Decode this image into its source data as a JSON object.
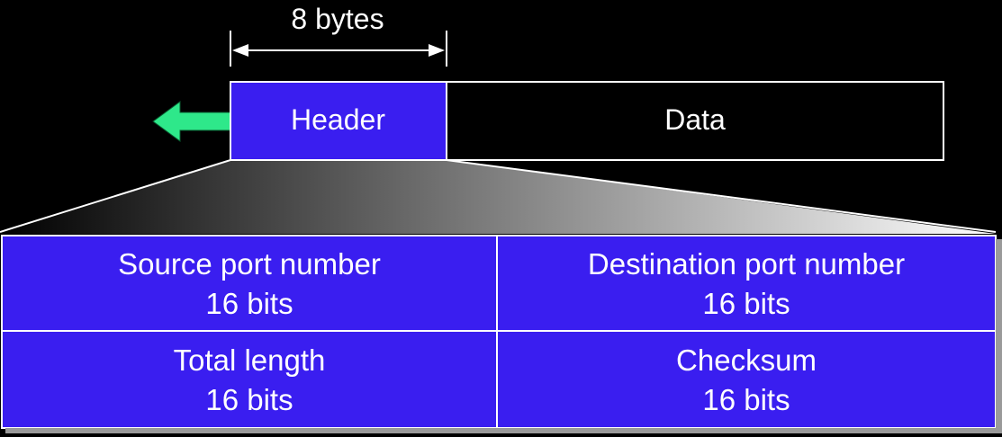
{
  "header_bar": {
    "bytes_label": "8 bytes",
    "header_label": "Header",
    "data_label": "Data"
  },
  "fields": [
    {
      "name": "Source port number",
      "size": "16 bits"
    },
    {
      "name": "Destination port number",
      "size": "16 bits"
    },
    {
      "name": "Total length",
      "size": "16 bits"
    },
    {
      "name": "Checksum",
      "size": "16 bits"
    }
  ],
  "colors": {
    "background": "#000000",
    "header_fill": "#3a1ef0",
    "field_fill": "#3a1ef0",
    "arrow_fill": "#2ee88a",
    "border": "#ffffff"
  }
}
